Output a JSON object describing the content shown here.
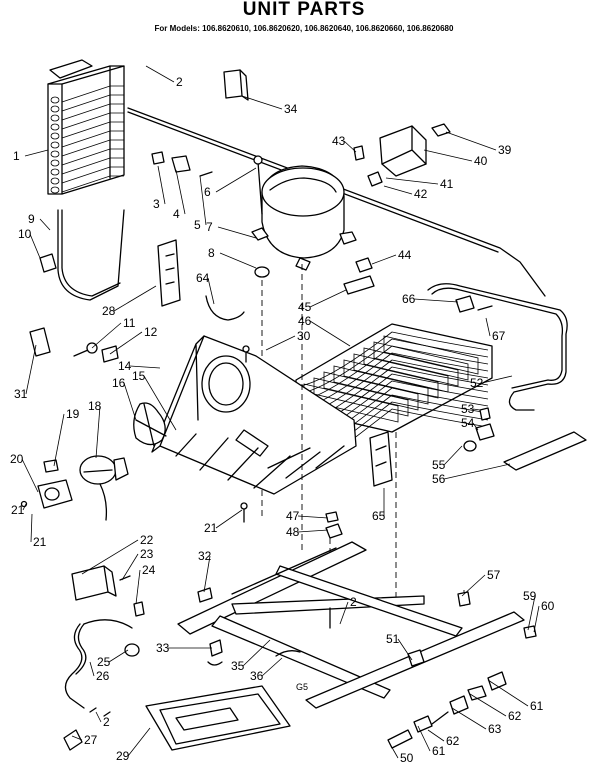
{
  "title": "UNIT PARTS",
  "models_line": "For Models: 106.8620610, 106.8620620, 106.8620640, 106.8620660, 106.8620680",
  "diagram_code": "G5",
  "callouts": [
    "1",
    "2",
    "3",
    "4",
    "5",
    "6",
    "7",
    "8",
    "9",
    "10",
    "11",
    "12",
    "14",
    "15",
    "16",
    "18",
    "19",
    "20",
    "21",
    "21",
    "21",
    "22",
    "23",
    "24",
    "25",
    "26",
    "27",
    "2",
    "28",
    "29",
    "30",
    "31",
    "32",
    "33",
    "34",
    "35",
    "36",
    "39",
    "40",
    "41",
    "42",
    "43",
    "44",
    "45",
    "46",
    "47",
    "48",
    "50",
    "51",
    "52",
    "53",
    "54",
    "55",
    "56",
    "57",
    "59",
    "60",
    "61",
    "61",
    "62",
    "62",
    "63",
    "64",
    "65",
    "66",
    "67",
    "2"
  ]
}
